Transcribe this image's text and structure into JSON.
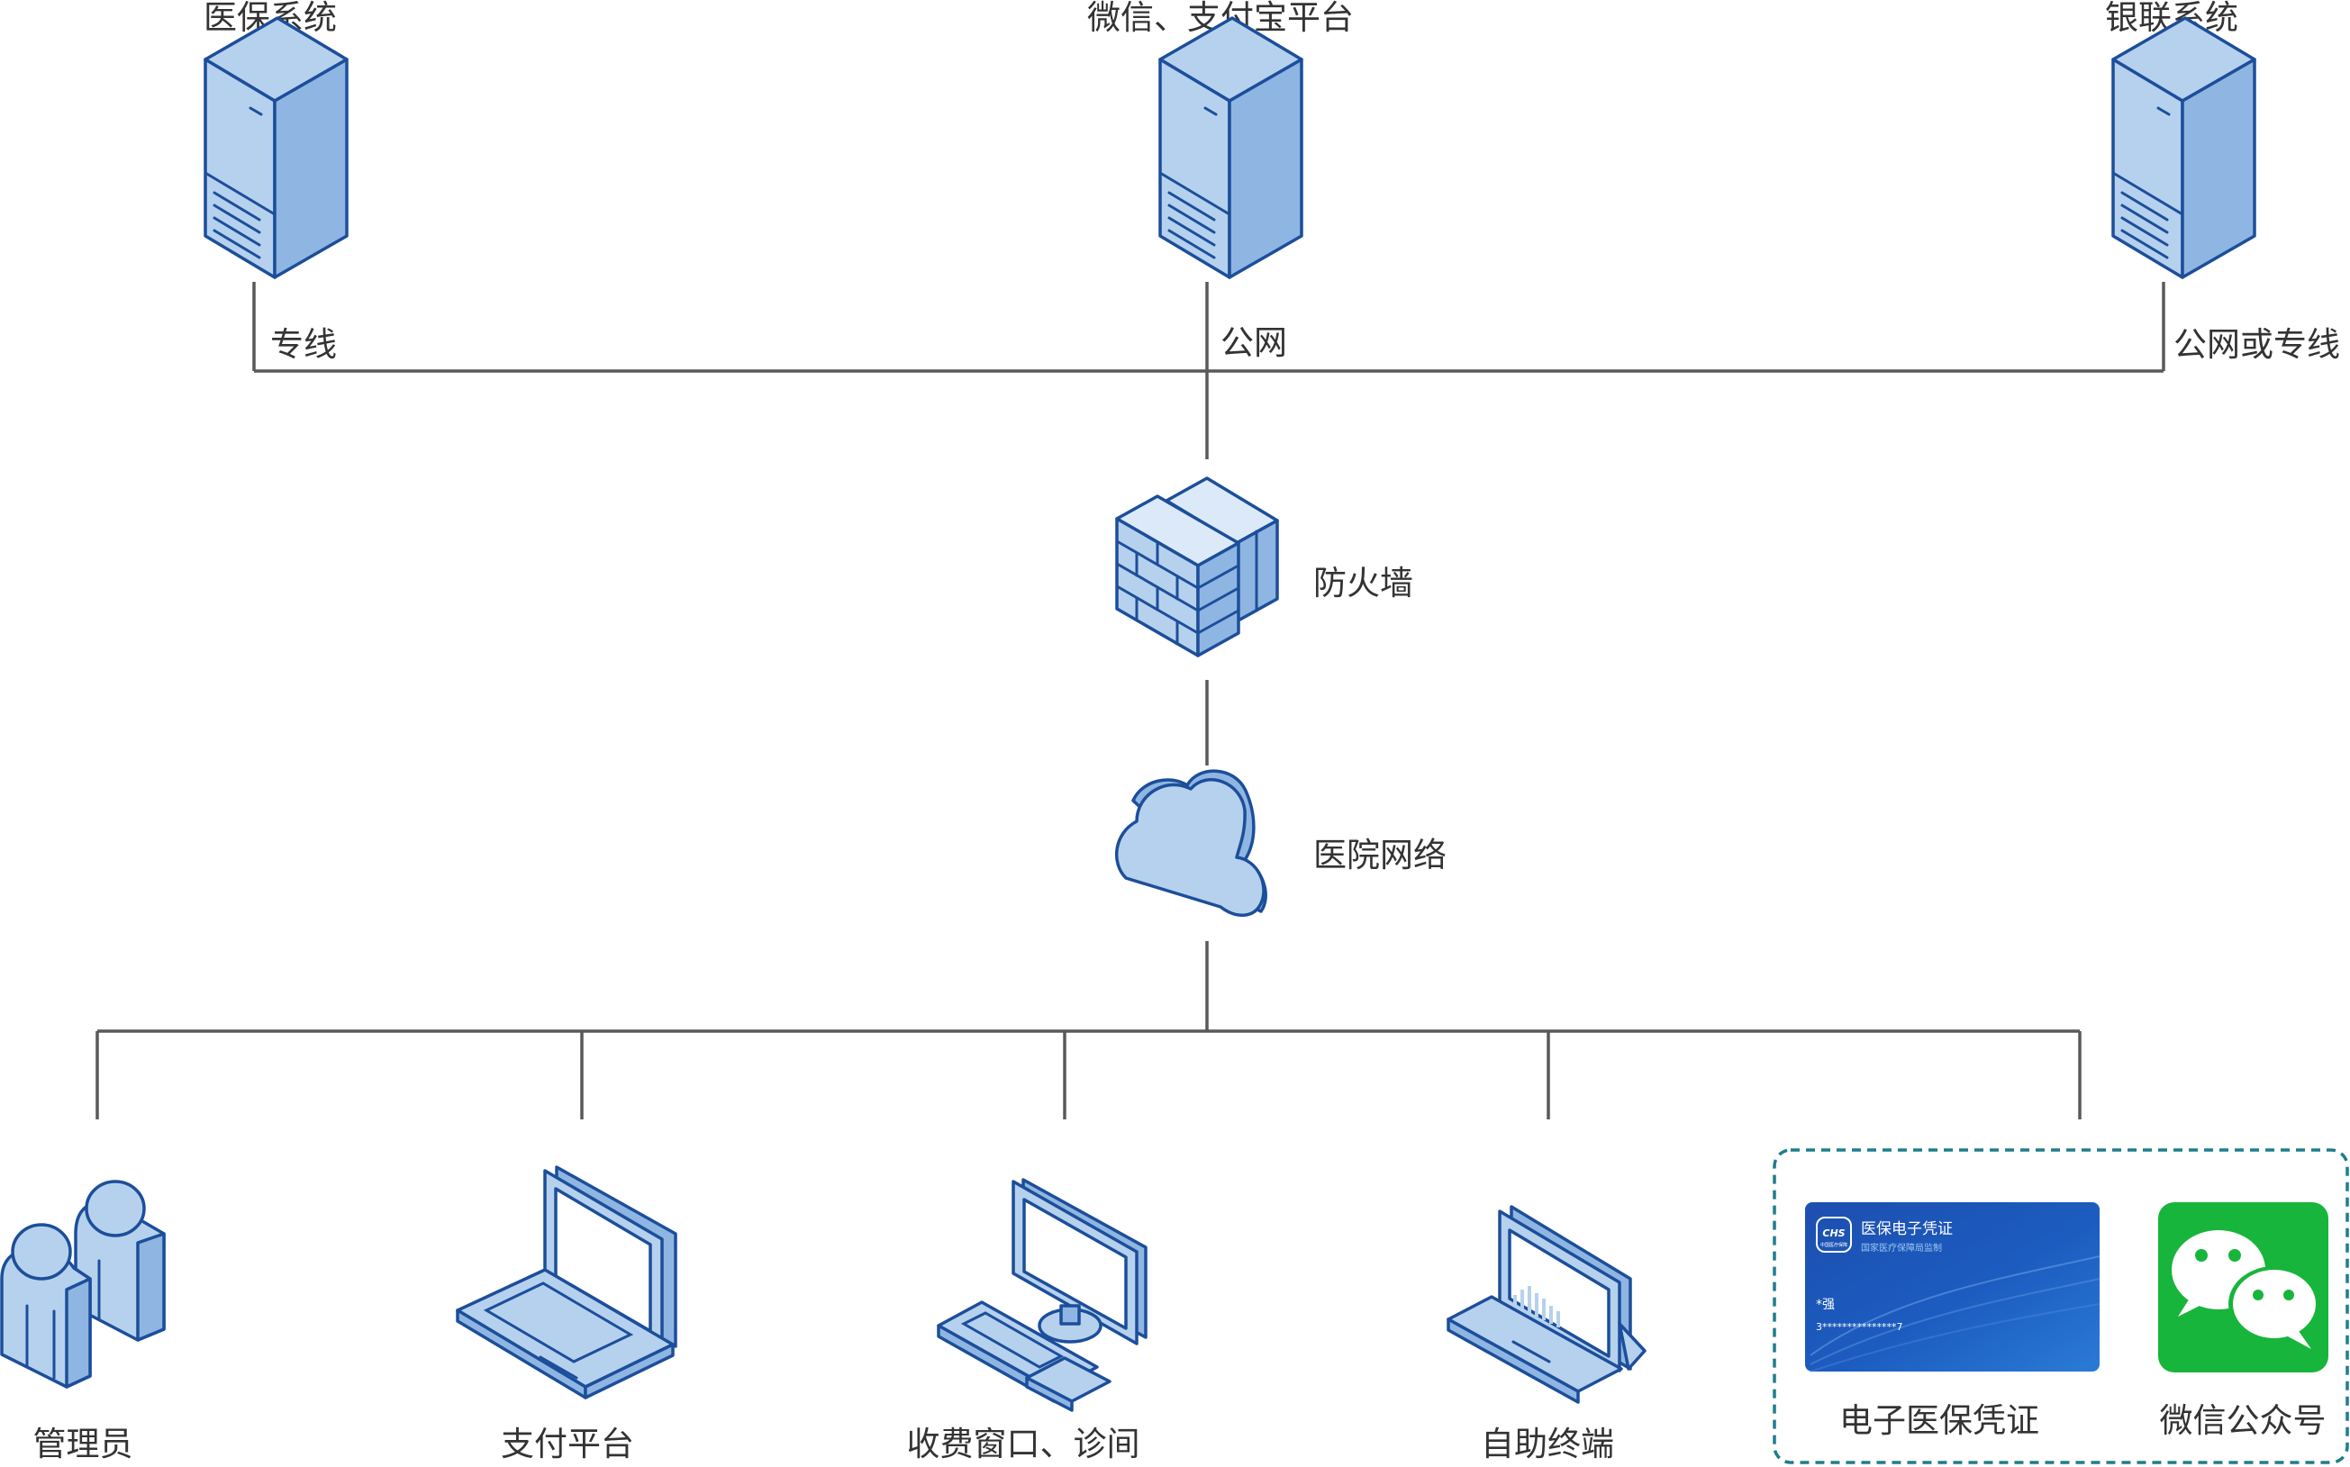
{
  "top_systems": [
    {
      "label": "医保系统",
      "link": "专线"
    },
    {
      "label": "微信、支付宝平台",
      "link": "公网"
    },
    {
      "label": "银联系统",
      "link": "公网或专线"
    }
  ],
  "middle": {
    "firewall": "防火墙",
    "network": "医院网络"
  },
  "endpoints": [
    {
      "label": "管理员"
    },
    {
      "label": "支付平台"
    },
    {
      "label": "收费窗口、诊间"
    },
    {
      "label": "自助终端"
    }
  ],
  "group": {
    "card_label": "电子医保凭证",
    "wechat_label": "微信公众号",
    "card": {
      "logo": "CHS",
      "logo_sub": "中国医疗保障",
      "title": "医保电子凭证",
      "subtitle": "国家医疗保障局监制",
      "name": "*强",
      "number": "3***************7"
    }
  },
  "colors": {
    "icon_outline": "#1c4e9a",
    "icon_fill": "#b6d1ee",
    "line": "#595959",
    "group_border": "#1f7d8c",
    "card_blue": "#1d55b4",
    "wechat_green": "#17b53b"
  }
}
